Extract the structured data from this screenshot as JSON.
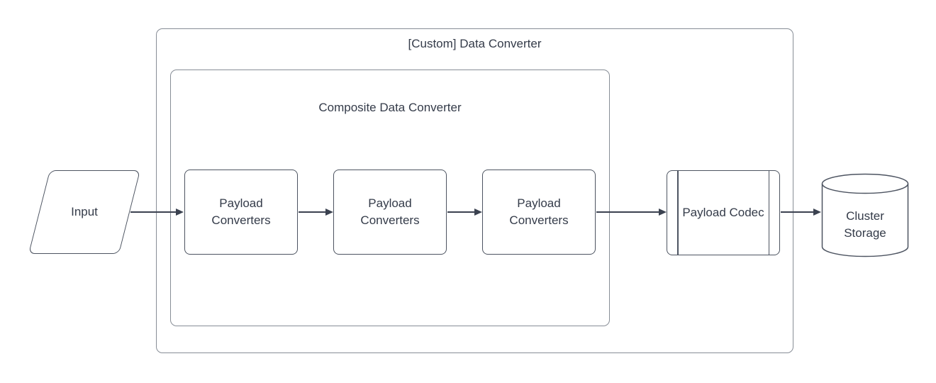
{
  "diagram": {
    "title": "[Custom] Data Converter",
    "containers": {
      "outer": {
        "label": "[Custom] Data Converter"
      },
      "inner": {
        "label": "Composite Data Converter"
      }
    },
    "nodes": {
      "input": {
        "label": "Input",
        "shape": "parallelogram"
      },
      "payload_converter_1": {
        "label": "Payload Converters",
        "shape": "rounded-rectangle"
      },
      "payload_converter_2": {
        "label": "Payload Converters",
        "shape": "rounded-rectangle"
      },
      "payload_converter_3": {
        "label": "Payload Converters",
        "shape": "rounded-rectangle"
      },
      "payload_codec": {
        "label": "Payload Codec",
        "shape": "predefined-process"
      },
      "cluster_storage": {
        "label": "Cluster Storage",
        "shape": "cylinder"
      }
    },
    "edges": [
      {
        "from": "input",
        "to": "payload_converter_1"
      },
      {
        "from": "payload_converter_1",
        "to": "payload_converter_2"
      },
      {
        "from": "payload_converter_2",
        "to": "payload_converter_3"
      },
      {
        "from": "payload_converter_3",
        "to": "payload_codec"
      },
      {
        "from": "payload_codec",
        "to": "cluster_storage"
      }
    ],
    "colors": {
      "background": "#ffffff",
      "container_stroke": "#878d96",
      "shape_stroke": "#4d5461",
      "arrow": "#3b4250",
      "text": "#343b49"
    }
  }
}
